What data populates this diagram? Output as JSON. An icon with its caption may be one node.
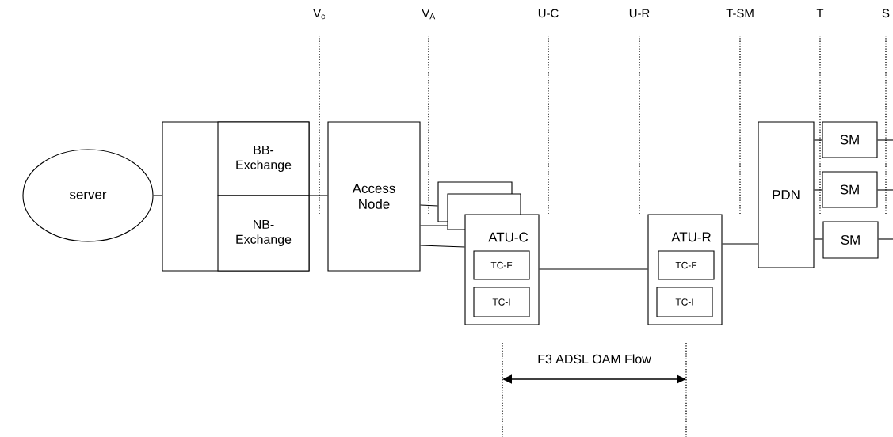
{
  "diagram": {
    "nodes": [
      {
        "text": [
          "server"
        ]
      },
      {
        "text": [],
        "shape": "box"
      },
      {
        "text": [
          "BB- Exchange"
        ],
        "in": 1
      },
      {
        "text": [
          "NB- Exchange"
        ],
        "in": 1
      },
      {
        "text": [
          "Access Node"
        ]
      },
      {
        "text": [],
        "shape": "box"
      },
      {
        "text": [],
        "shape": "box"
      },
      {
        "text": [
          "ATU-C"
        ]
      },
      {
        "text": [
          "TC-F"
        ],
        "in": 7
      },
      {
        "text": [
          "TC-I"
        ],
        "in": 7
      },
      {
        "text": [
          "ATU-R"
        ]
      },
      {
        "text": [
          "TC-F"
        ],
        "in": 10
      },
      {
        "text": [
          "TC-I"
        ],
        "in": 10
      },
      {
        "text": [
          "PDN"
        ]
      },
      {
        "text": [
          "SM"
        ]
      },
      {
        "text": [
          "SM"
        ]
      },
      {
        "text": [
          "SM"
        ]
      }
    ],
    "edges": [
      {
        "from": 0,
        "to": 1,
        "arrow": "none"
      },
      {
        "from": 1,
        "to": 4,
        "arrow": "none"
      },
      {
        "from": 4,
        "to": 5,
        "arrow": "none"
      },
      {
        "from": 4,
        "to": 6,
        "arrow": "none"
      },
      {
        "from": 4,
        "to": 7,
        "arrow": "none"
      },
      {
        "from": 7,
        "to": 10,
        "arrow": "none"
      },
      {
        "from": 10,
        "to": 13,
        "arrow": "none"
      },
      {
        "from": 13,
        "to": 14,
        "arrow": "none"
      },
      {
        "from": 13,
        "to": 15,
        "arrow": "none"
      },
      {
        "from": 13,
        "to": 16,
        "arrow": "none"
      },
      {
        "from": 14,
        "to": null,
        "arrow": "none"
      },
      {
        "from": 15,
        "to": null,
        "arrow": "none"
      },
      {
        "from": 16,
        "to": null,
        "arrow": "none"
      }
    ],
    "labels": [
      "V$_{c}$",
      "V$_{A}$",
      "U-C",
      "U-R",
      "T-SM",
      "T",
      "S",
      "F3 ADSL OAM Flow"
    ]
  }
}
